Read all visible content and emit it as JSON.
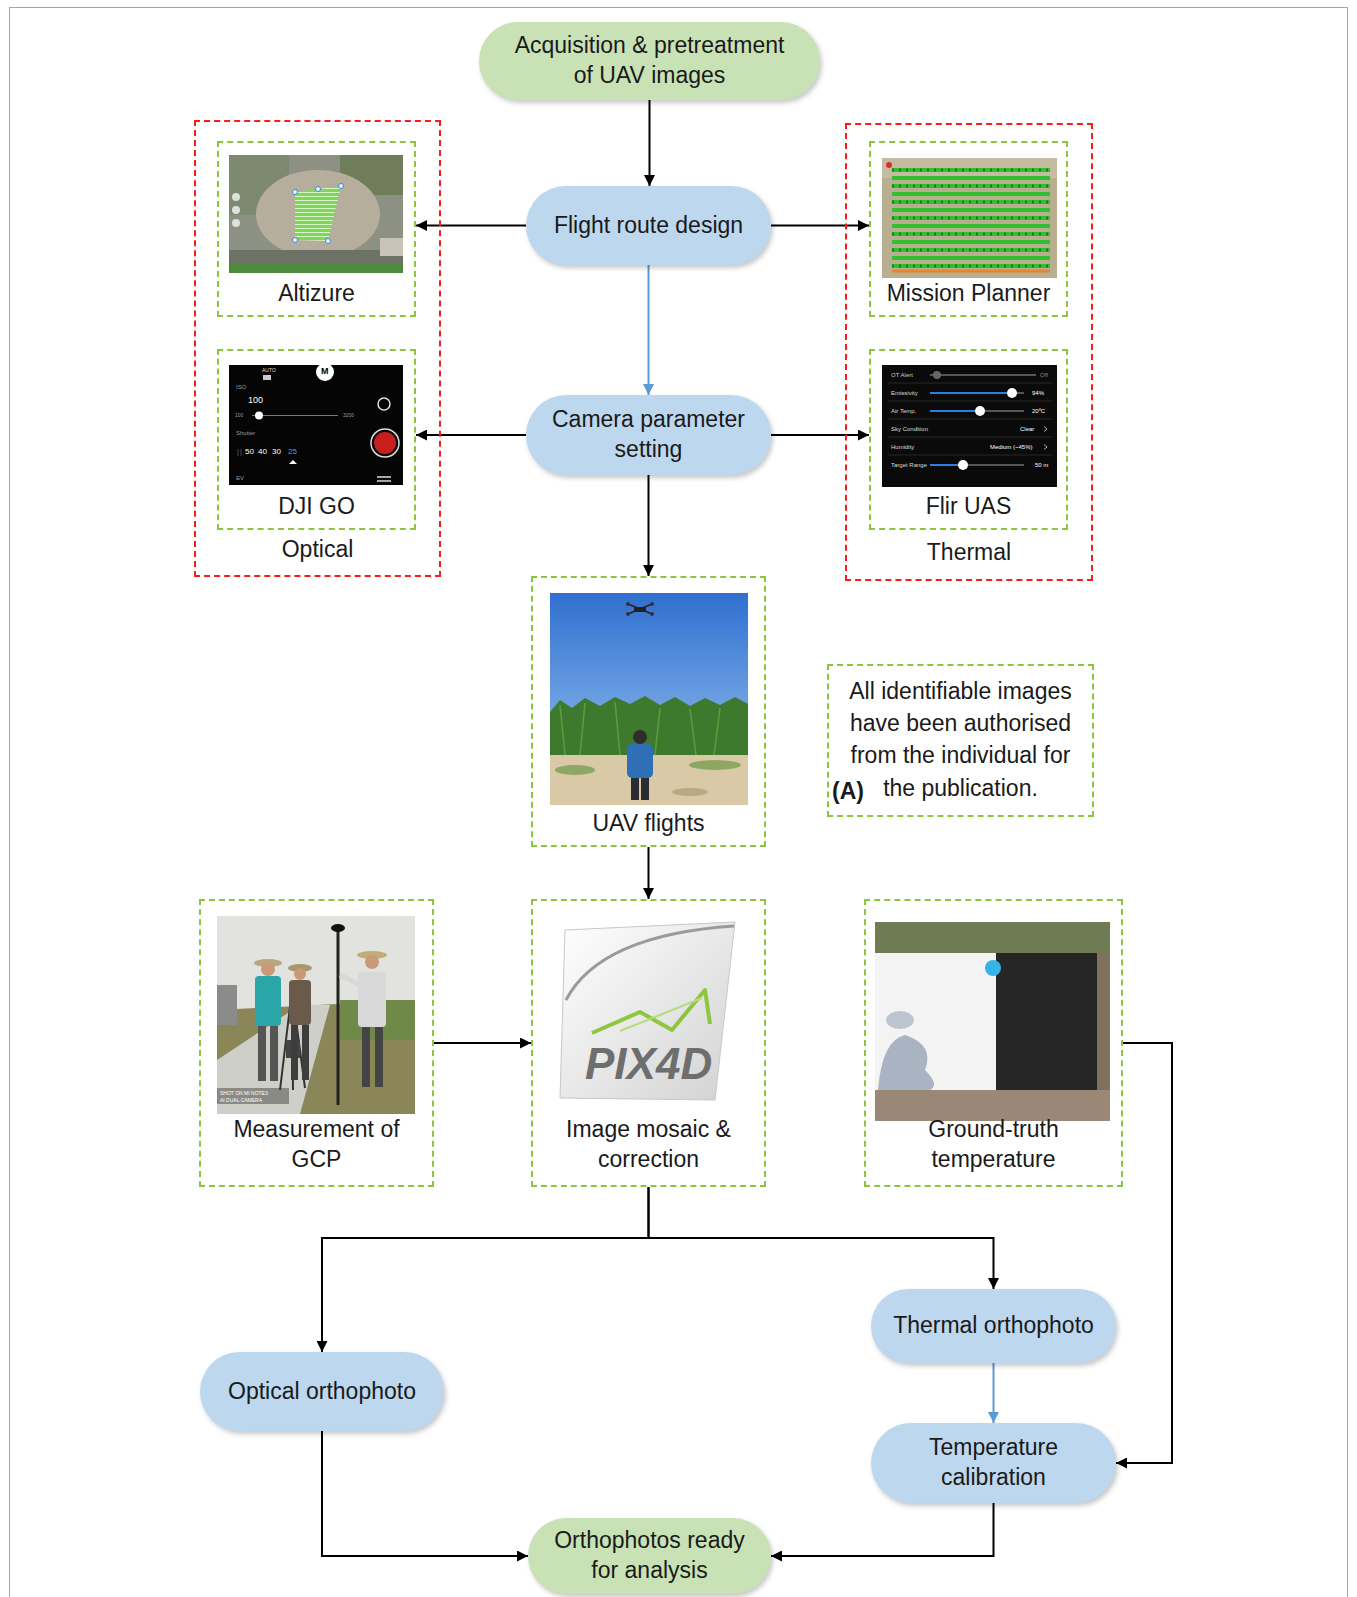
{
  "diagram": {
    "nodes": [
      {
        "text": [
          "Acquisition & pretreatment of UAV images"
        ]
      },
      {
        "text": [
          "Optical"
        ]
      },
      {
        "text": [
          "Altizure"
        ],
        "in": 1
      },
      {
        "text": [
          "Flight route design"
        ]
      },
      {
        "text": [
          "Thermal"
        ]
      },
      {
        "text": [
          "Mission Planner"
        ],
        "in": 4
      },
      {
        "text": [
          "DJI GO"
        ],
        "in": 1
      },
      {
        "text": [
          "Camera parameter setting"
        ]
      },
      {
        "text": [
          "Flir UAS"
        ],
        "in": 4
      },
      {
        "text": [
          "UAV flights"
        ]
      },
      {
        "text": [
          "All identifiable images have been authorised from the individual for the publication."
        ]
      },
      {
        "text": [
          "Measurement of GCP"
        ]
      },
      {
        "text": [
          "Image mosaic & correction"
        ]
      },
      {
        "text": [
          "Ground-truth temperature"
        ]
      },
      {
        "text": [
          "Thermal orthophoto"
        ]
      },
      {
        "text": [
          "Optical orthophoto"
        ]
      },
      {
        "text": [
          "Temperature calibration"
        ]
      },
      {
        "text": [
          "Orthophotos ready for analysis"
        ]
      }
    ],
    "edges": [
      {
        "from": 0,
        "to": 3,
        "arrow": "to"
      },
      {
        "from": 3,
        "to": 2,
        "arrow": "to"
      },
      {
        "from": 3,
        "to": 5,
        "arrow": "to"
      },
      {
        "from": 3,
        "to": 7,
        "arrow": "to"
      },
      {
        "from": 7,
        "to": 6,
        "arrow": "to"
      },
      {
        "from": 7,
        "to": 8,
        "arrow": "to"
      },
      {
        "from": 7,
        "to": 9,
        "arrow": "to"
      },
      {
        "from": 9,
        "to": 12,
        "arrow": "to"
      },
      {
        "from": 11,
        "to": 12,
        "arrow": "to"
      },
      {
        "from": 12,
        "to": 15,
        "arrow": "to"
      },
      {
        "from": 12,
        "to": 14,
        "arrow": "to"
      },
      {
        "from": 14,
        "to": 16,
        "arrow": "to"
      },
      {
        "from": 13,
        "to": 16,
        "arrow": "to"
      },
      {
        "from": 15,
        "to": 17,
        "arrow": "to"
      },
      {
        "from": 16,
        "to": 17,
        "arrow": "to"
      }
    ],
    "labels": [
      "(A)",
      "AUTO",
      "M",
      "ISO",
      "100",
      "100",
      "3200",
      "Shutter",
      "50",
      "40",
      "30",
      "25",
      "EV",
      "OT Alert",
      "Off",
      "Emissivity",
      "94%",
      "Air Temp.",
      "20ºC",
      "Sky Condition",
      "Clear",
      "Humidity",
      "Medium (~45%)",
      "Target Range",
      "50 m",
      "SHOT ON MI NOTE3",
      "AI DUAL CAMERA",
      "PIX4D"
    ]
  }
}
